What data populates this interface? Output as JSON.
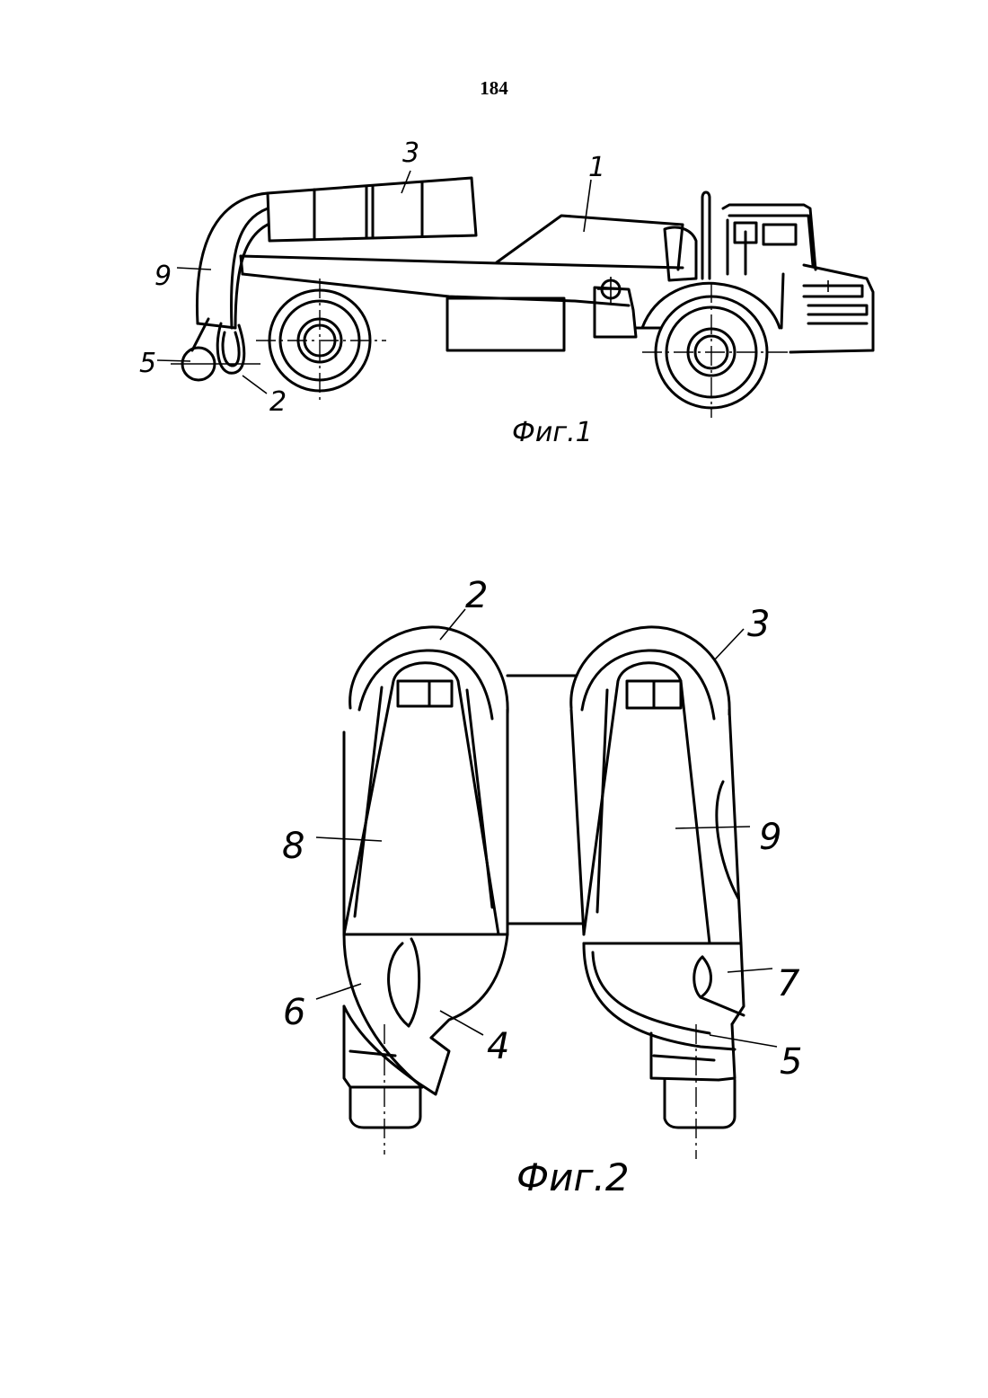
{
  "page_number": "184",
  "figure1": {
    "caption": "Фиг.1",
    "labels": {
      "l1": "1",
      "l2": "2",
      "l3": "3",
      "l5": "5",
      "l9": "9"
    }
  },
  "figure2": {
    "caption": "Фиг.2",
    "labels": {
      "l2": "2",
      "l3": "3",
      "l4": "4",
      "l5": "5",
      "l6": "6",
      "l7": "7",
      "l8": "8",
      "l9": "9"
    }
  }
}
